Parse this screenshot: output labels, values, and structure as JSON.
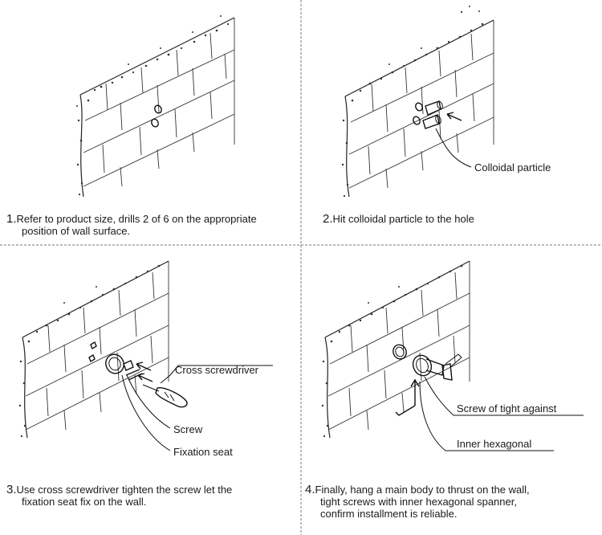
{
  "steps": [
    {
      "number": "1.",
      "text_line1": "Refer to product size, drills 2 of  6 on the appropriate",
      "text_line2": "position of wall surface."
    },
    {
      "number": "2.",
      "text_line1": "Hit colloidal particle to the hole",
      "labels": {
        "particle": "Colloidal particle"
      }
    },
    {
      "number": "3.",
      "text_line1": "Use cross screwdriver tighten the screw let the",
      "text_line2": "fixation seat fix on the wall.",
      "labels": {
        "screwdriver": "Cross screwdriver",
        "screw": "Screw",
        "seat": "Fixation seat"
      }
    },
    {
      "number": "4.",
      "text_line1": "Finally, hang a main body to thrust on the wall,",
      "text_line2": "tight screws with inner hexagonal spanner,",
      "text_line3": "confirm installment is reliable.",
      "labels": {
        "screw": "Screw of tight against",
        "spanner": "Inner hexagonal"
      }
    }
  ]
}
